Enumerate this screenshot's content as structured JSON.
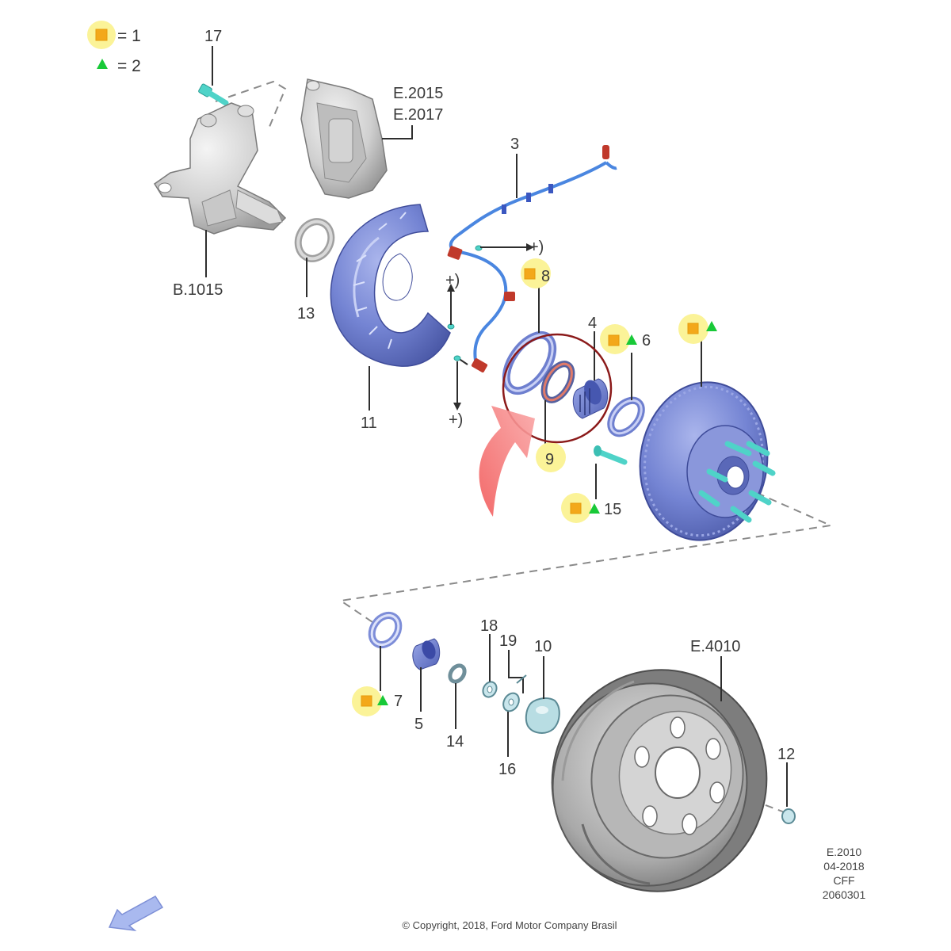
{
  "legend": {
    "square_label": "= 1",
    "triangle_label": "= 2"
  },
  "callouts": {
    "c17": "17",
    "c_e2015": "E.2015",
    "c_e2017": "E.2017",
    "c3": "3",
    "c_b1015": "B.1015",
    "c13": "13",
    "c11": "11",
    "c_plus1": "+)",
    "c_plus2": "+)",
    "c_plus3": "+)",
    "c8": "8",
    "c4": "4",
    "c6": "6",
    "c9": "9",
    "c15": "15",
    "c7": "7",
    "c5": "5",
    "c14": "14",
    "c18": "18",
    "c19": "19",
    "c16": "16",
    "c10": "10",
    "c_e4010": "E.4010",
    "c12": "12"
  },
  "info_block": {
    "line1": "E.2010",
    "line2": "04-2018",
    "line3": "CFF",
    "line4": "2060301"
  },
  "copyright": "© Copyright, 2018, Ford Motor Company Brasil",
  "colors": {
    "part_blue": "#6e7fcf",
    "part_blue_dark": "#4b5aa8",
    "cyan_bolt": "#4fd3c8",
    "red_connector": "#c0392b",
    "highlight_circle": "#8b1a1a",
    "arrow_pink": "#f26b6b",
    "highlight_yellow": "#fbf398",
    "legend_square": "#f3a81a",
    "legend_triangle": "#18c938",
    "grey_part": "#bdbdbd"
  },
  "icons": {
    "legend_square": "orange-square-icon",
    "legend_triangle": "green-triangle-icon",
    "direction_arrow": "direction-arrow-icon"
  }
}
